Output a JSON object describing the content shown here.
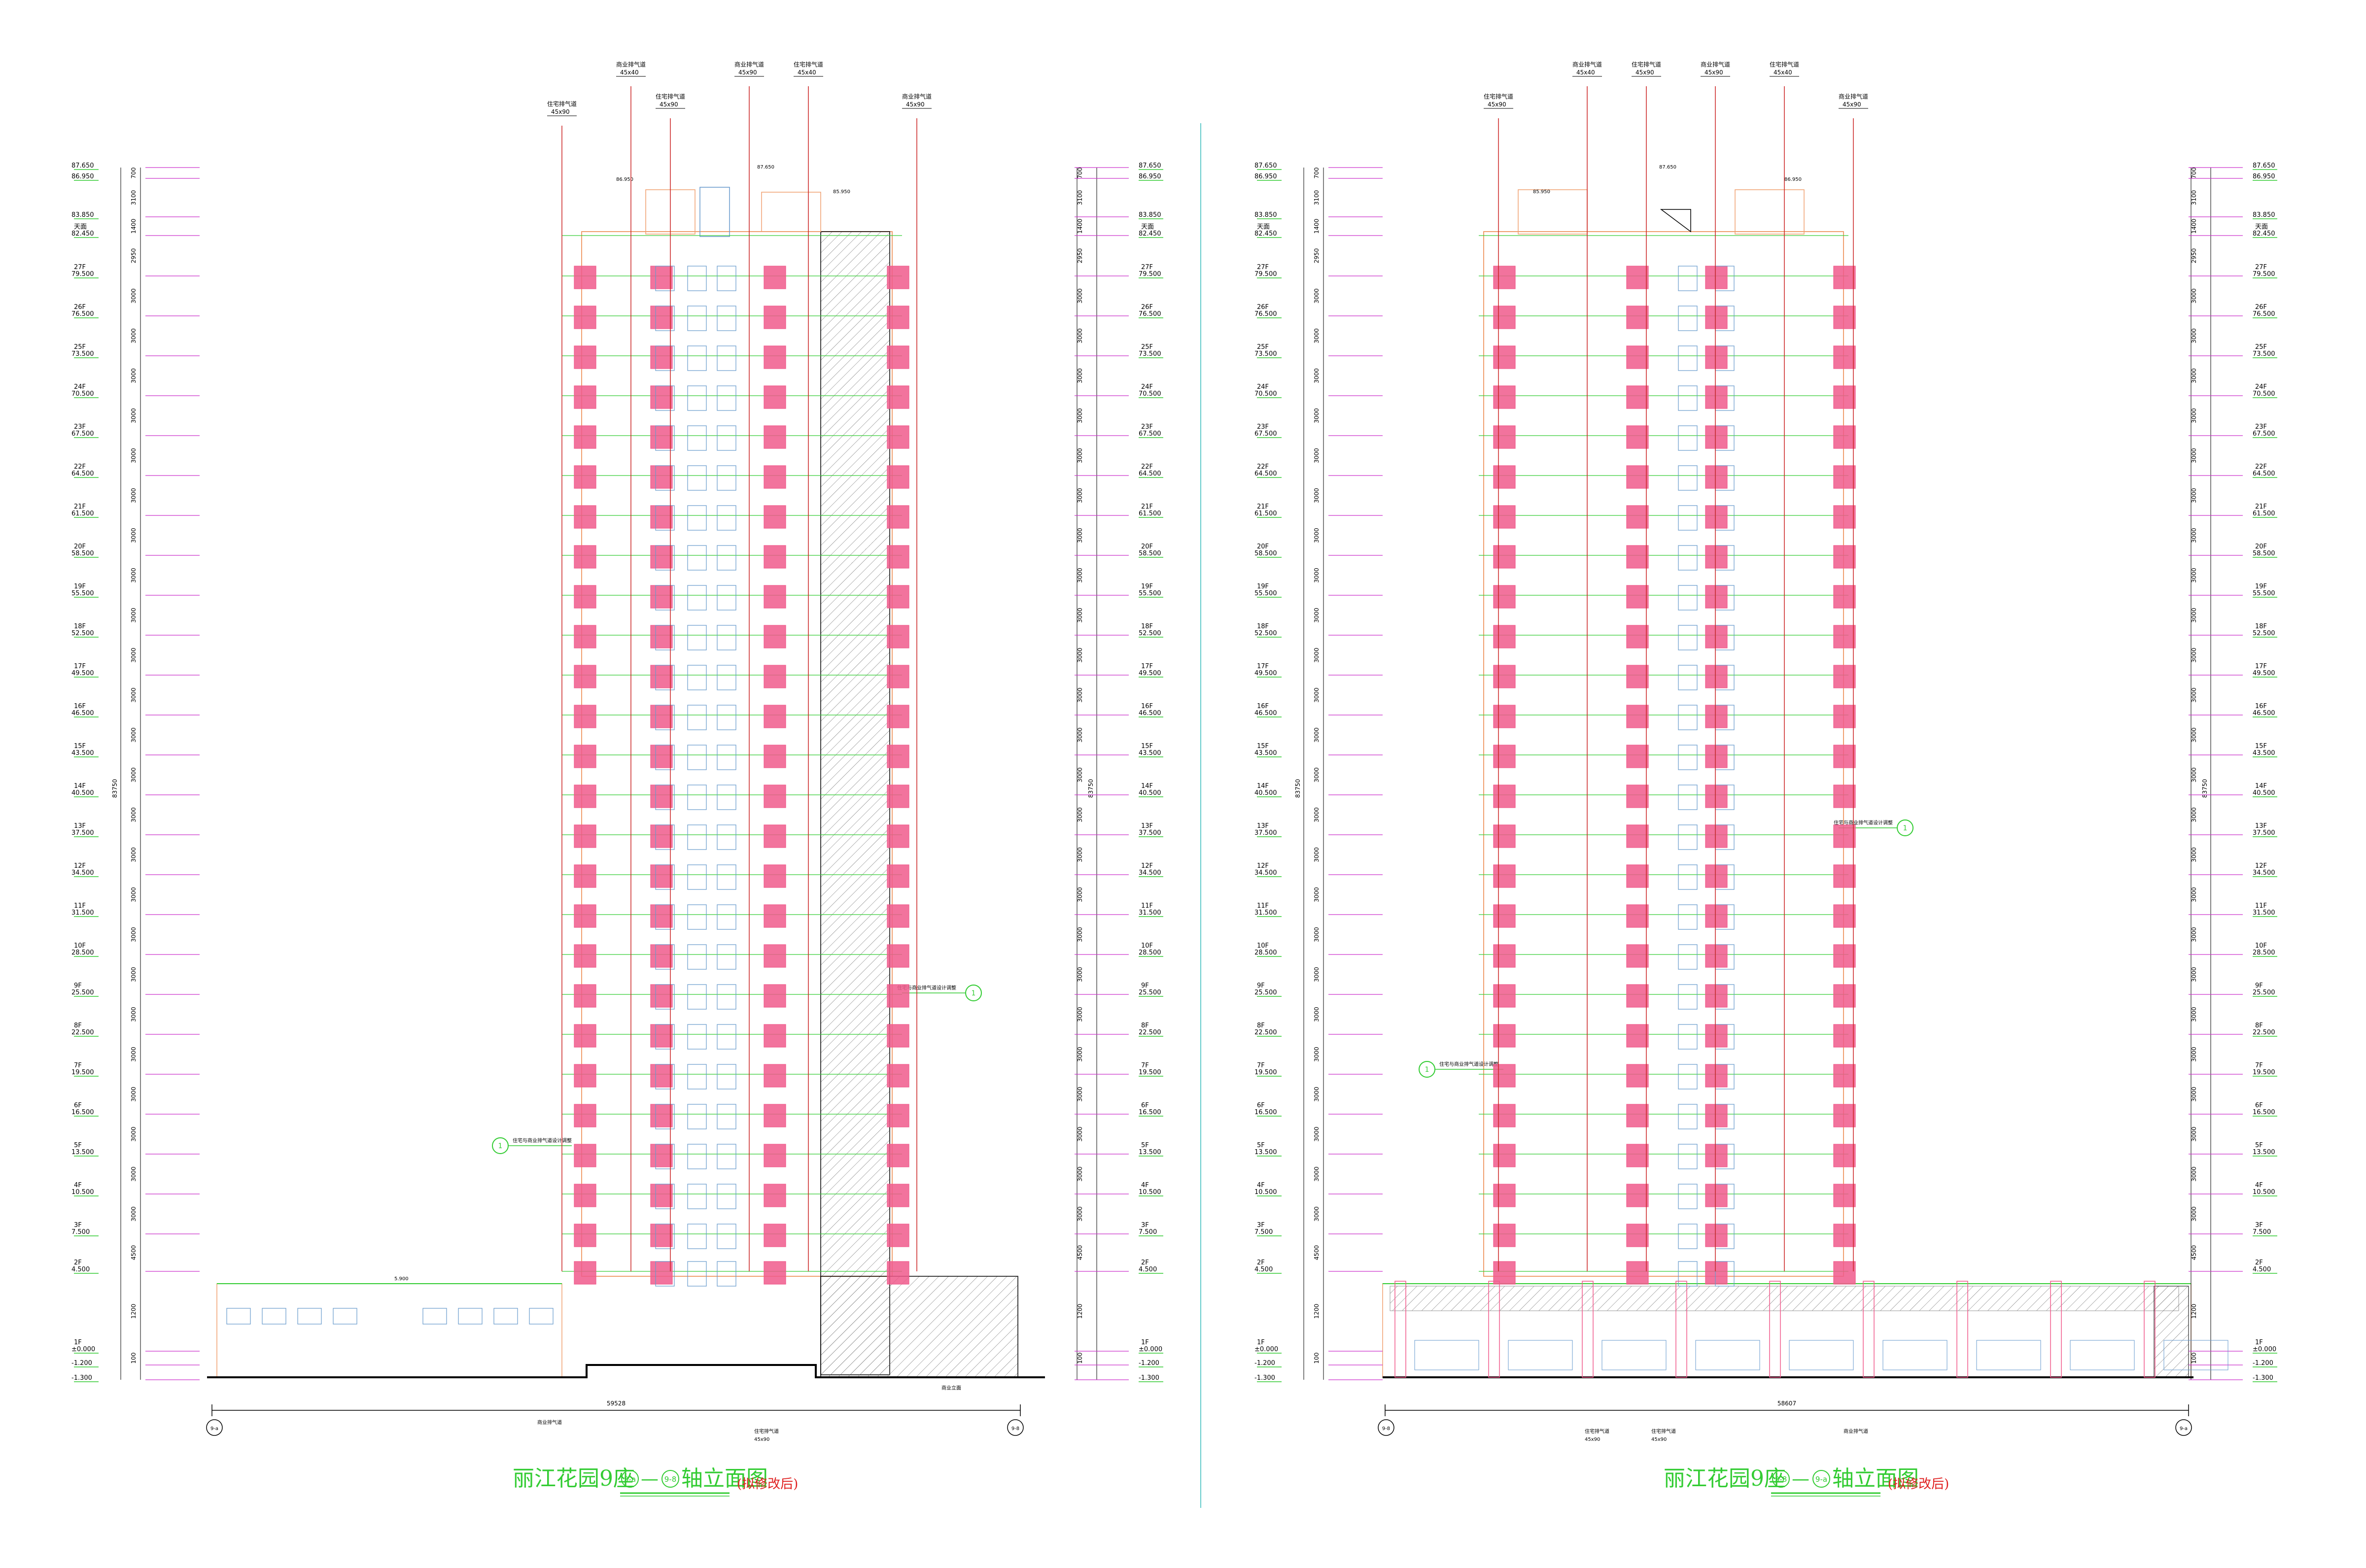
{
  "colors": {
    "background": "#ffffff",
    "title": "#33cc33",
    "title_note": "#e02020",
    "floor_line": "#33cc33",
    "dim_line": "#cc33cc",
    "outline": "#f0a070",
    "window_pink": "#f05a8c",
    "window_blue": "#6699cc",
    "pipe_red": "#cc2222",
    "ground": "#000000",
    "divider": "#66cccc"
  },
  "levels": [
    {
      "name": "",
      "elev": "87.650"
    },
    {
      "name": "",
      "elev": "86.950"
    },
    {
      "name": "",
      "elev": "83.850"
    },
    {
      "name": "天面",
      "elev": "82.450"
    },
    {
      "name": "27F",
      "elev": "79.500"
    },
    {
      "name": "26F",
      "elev": "76.500"
    },
    {
      "name": "25F",
      "elev": "73.500"
    },
    {
      "name": "24F",
      "elev": "70.500"
    },
    {
      "name": "23F",
      "elev": "67.500"
    },
    {
      "name": "22F",
      "elev": "64.500"
    },
    {
      "name": "21F",
      "elev": "61.500"
    },
    {
      "name": "20F",
      "elev": "58.500"
    },
    {
      "name": "19F",
      "elev": "55.500"
    },
    {
      "name": "18F",
      "elev": "52.500"
    },
    {
      "name": "17F",
      "elev": "49.500"
    },
    {
      "name": "16F",
      "elev": "46.500"
    },
    {
      "name": "15F",
      "elev": "43.500"
    },
    {
      "name": "14F",
      "elev": "40.500"
    },
    {
      "name": "13F",
      "elev": "37.500"
    },
    {
      "name": "12F",
      "elev": "34.500"
    },
    {
      "name": "11F",
      "elev": "31.500"
    },
    {
      "name": "10F",
      "elev": "28.500"
    },
    {
      "name": "9F",
      "elev": "25.500"
    },
    {
      "name": "8F",
      "elev": "22.500"
    },
    {
      "name": "7F",
      "elev": "19.500"
    },
    {
      "name": "6F",
      "elev": "16.500"
    },
    {
      "name": "5F",
      "elev": "13.500"
    },
    {
      "name": "4F",
      "elev": "10.500"
    },
    {
      "name": "3F",
      "elev": "7.500"
    },
    {
      "name": "2F",
      "elev": "4.500"
    },
    {
      "name": "1F",
      "elev": "±0.000"
    },
    {
      "name": "",
      "elev": "-1.200"
    },
    {
      "name": "",
      "elev": "-1.300"
    }
  ],
  "floor_dims": [
    "700",
    "3100",
    "1400",
    "2950",
    "3000",
    "3000",
    "3000",
    "3000",
    "3000",
    "3000",
    "3000",
    "3000",
    "3000",
    "3000",
    "3000",
    "3000",
    "3000",
    "3000",
    "3000",
    "3000",
    "3000",
    "3000",
    "3000",
    "3000",
    "3000",
    "3000",
    "3000",
    "3000",
    "4500",
    "1200",
    "100"
  ],
  "total_height": "83750",
  "left_drawing": {
    "title": "丽江花园9座",
    "axis_from": "9-a",
    "axis_to": "9-8",
    "axis_word": "轴立面图",
    "note": "(拟修改后)",
    "width_dim": "59528",
    "top_elev_a": "87.650",
    "top_elev_b": "86.950",
    "top_elev_c": "85.950",
    "pipe_label_a": "住宅排气道",
    "pipe_label_b": "商业排气道",
    "pipe_size_a": "45x90",
    "pipe_size_b": "45x40",
    "detail_marker": "1",
    "detail_note": "住宅与商业排气道设计调整",
    "bottom_label": "商业排气道",
    "podium_level": "5.900",
    "corner_note": "商业立面"
  },
  "right_drawing": {
    "title": "丽江花园9座",
    "axis_from": "9-8",
    "axis_to": "9-a",
    "axis_word": "轴立面图",
    "note": "(拟修改后)",
    "width_dim": "58607",
    "top_elev_a": "87.650",
    "top_elev_b": "86.950",
    "top_elev_c": "85.950",
    "pipe_label_a": "住宅排气道",
    "pipe_label_b": "商业排气道",
    "pipe_size_a": "45x90",
    "pipe_size_b": "45x40",
    "detail_marker": "1",
    "detail_note": "住宅与商业排气道设计调整",
    "bottom_label": "商业排气道"
  }
}
